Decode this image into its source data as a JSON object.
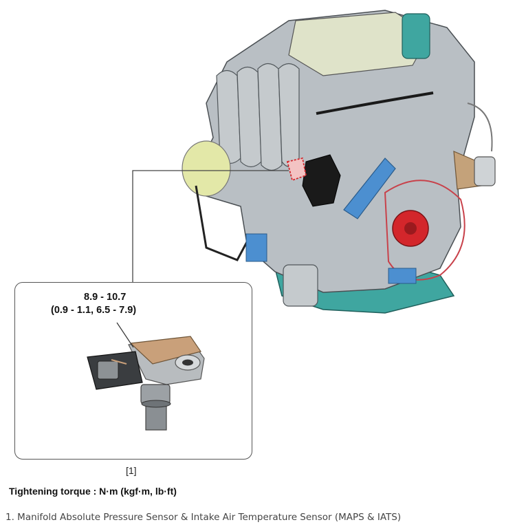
{
  "torque_spec": {
    "value": "8.9 - 10.7",
    "alternate_units": "(0.9 - 1.1, 6.5 - 7.9)"
  },
  "callout_label": "[1]",
  "torque_note": "Tightening torque : N·m (kgf·m, lb·ft)",
  "legend": {
    "items": [
      "1. Manifold Absolute Pressure Sensor & Intake Air Temperature Sensor (MAPS & IATS)"
    ]
  },
  "colors": {
    "engine_gray": "#b9bfc4",
    "accent_teal": "#3fa6a0",
    "accent_blue": "#4c8fd0",
    "accent_red": "#d3262b",
    "accent_yellow": "#e3e8a8",
    "sensor_top": "#c9a07a"
  }
}
